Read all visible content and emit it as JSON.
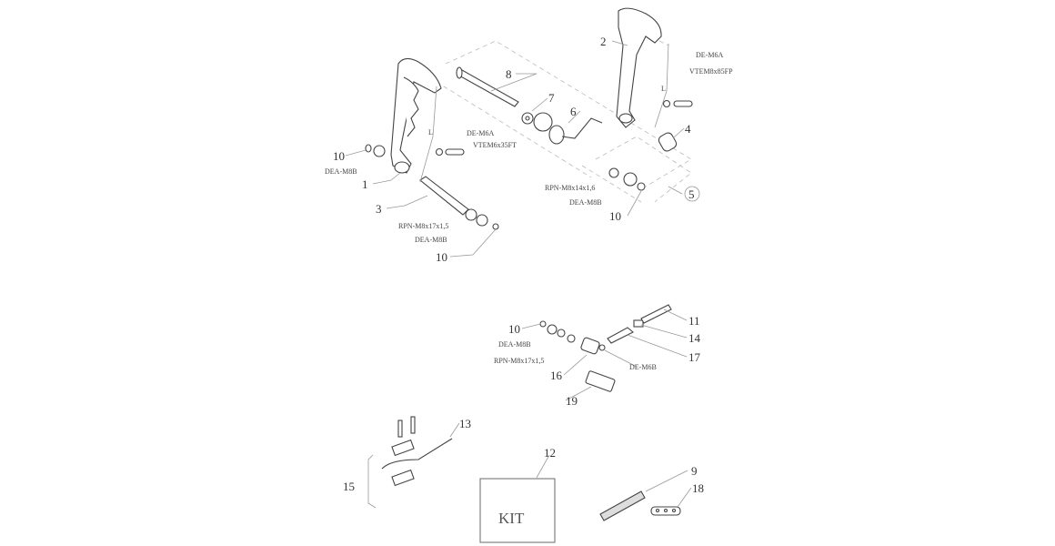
{
  "diagram": {
    "part_numbers": {
      "p1": "1",
      "p2": "2",
      "p3": "3",
      "p4": "4",
      "p5": "5",
      "p6": "6",
      "p7": "7",
      "p8": "8",
      "p9": "9",
      "p10": "10",
      "p11": "11",
      "p12": "12",
      "p13": "13",
      "p14": "14",
      "p15": "15",
      "p16": "16",
      "p17": "17",
      "p18": "18",
      "p19": "19"
    },
    "codes": {
      "de_m6a": "DE-M6A",
      "vtem6x35ft": "VTEM6x35FT",
      "dea_m8b": "DEA-M8B",
      "rpn_m8x17": "RPN-M8x17x1,5",
      "vtem8x85fp": "VTEM8x85FP",
      "rpn_m8x14": "RPN-M8x14x1,6",
      "de_m6b": "DE-M6B",
      "length": "L"
    },
    "kit_label": "KIT"
  }
}
